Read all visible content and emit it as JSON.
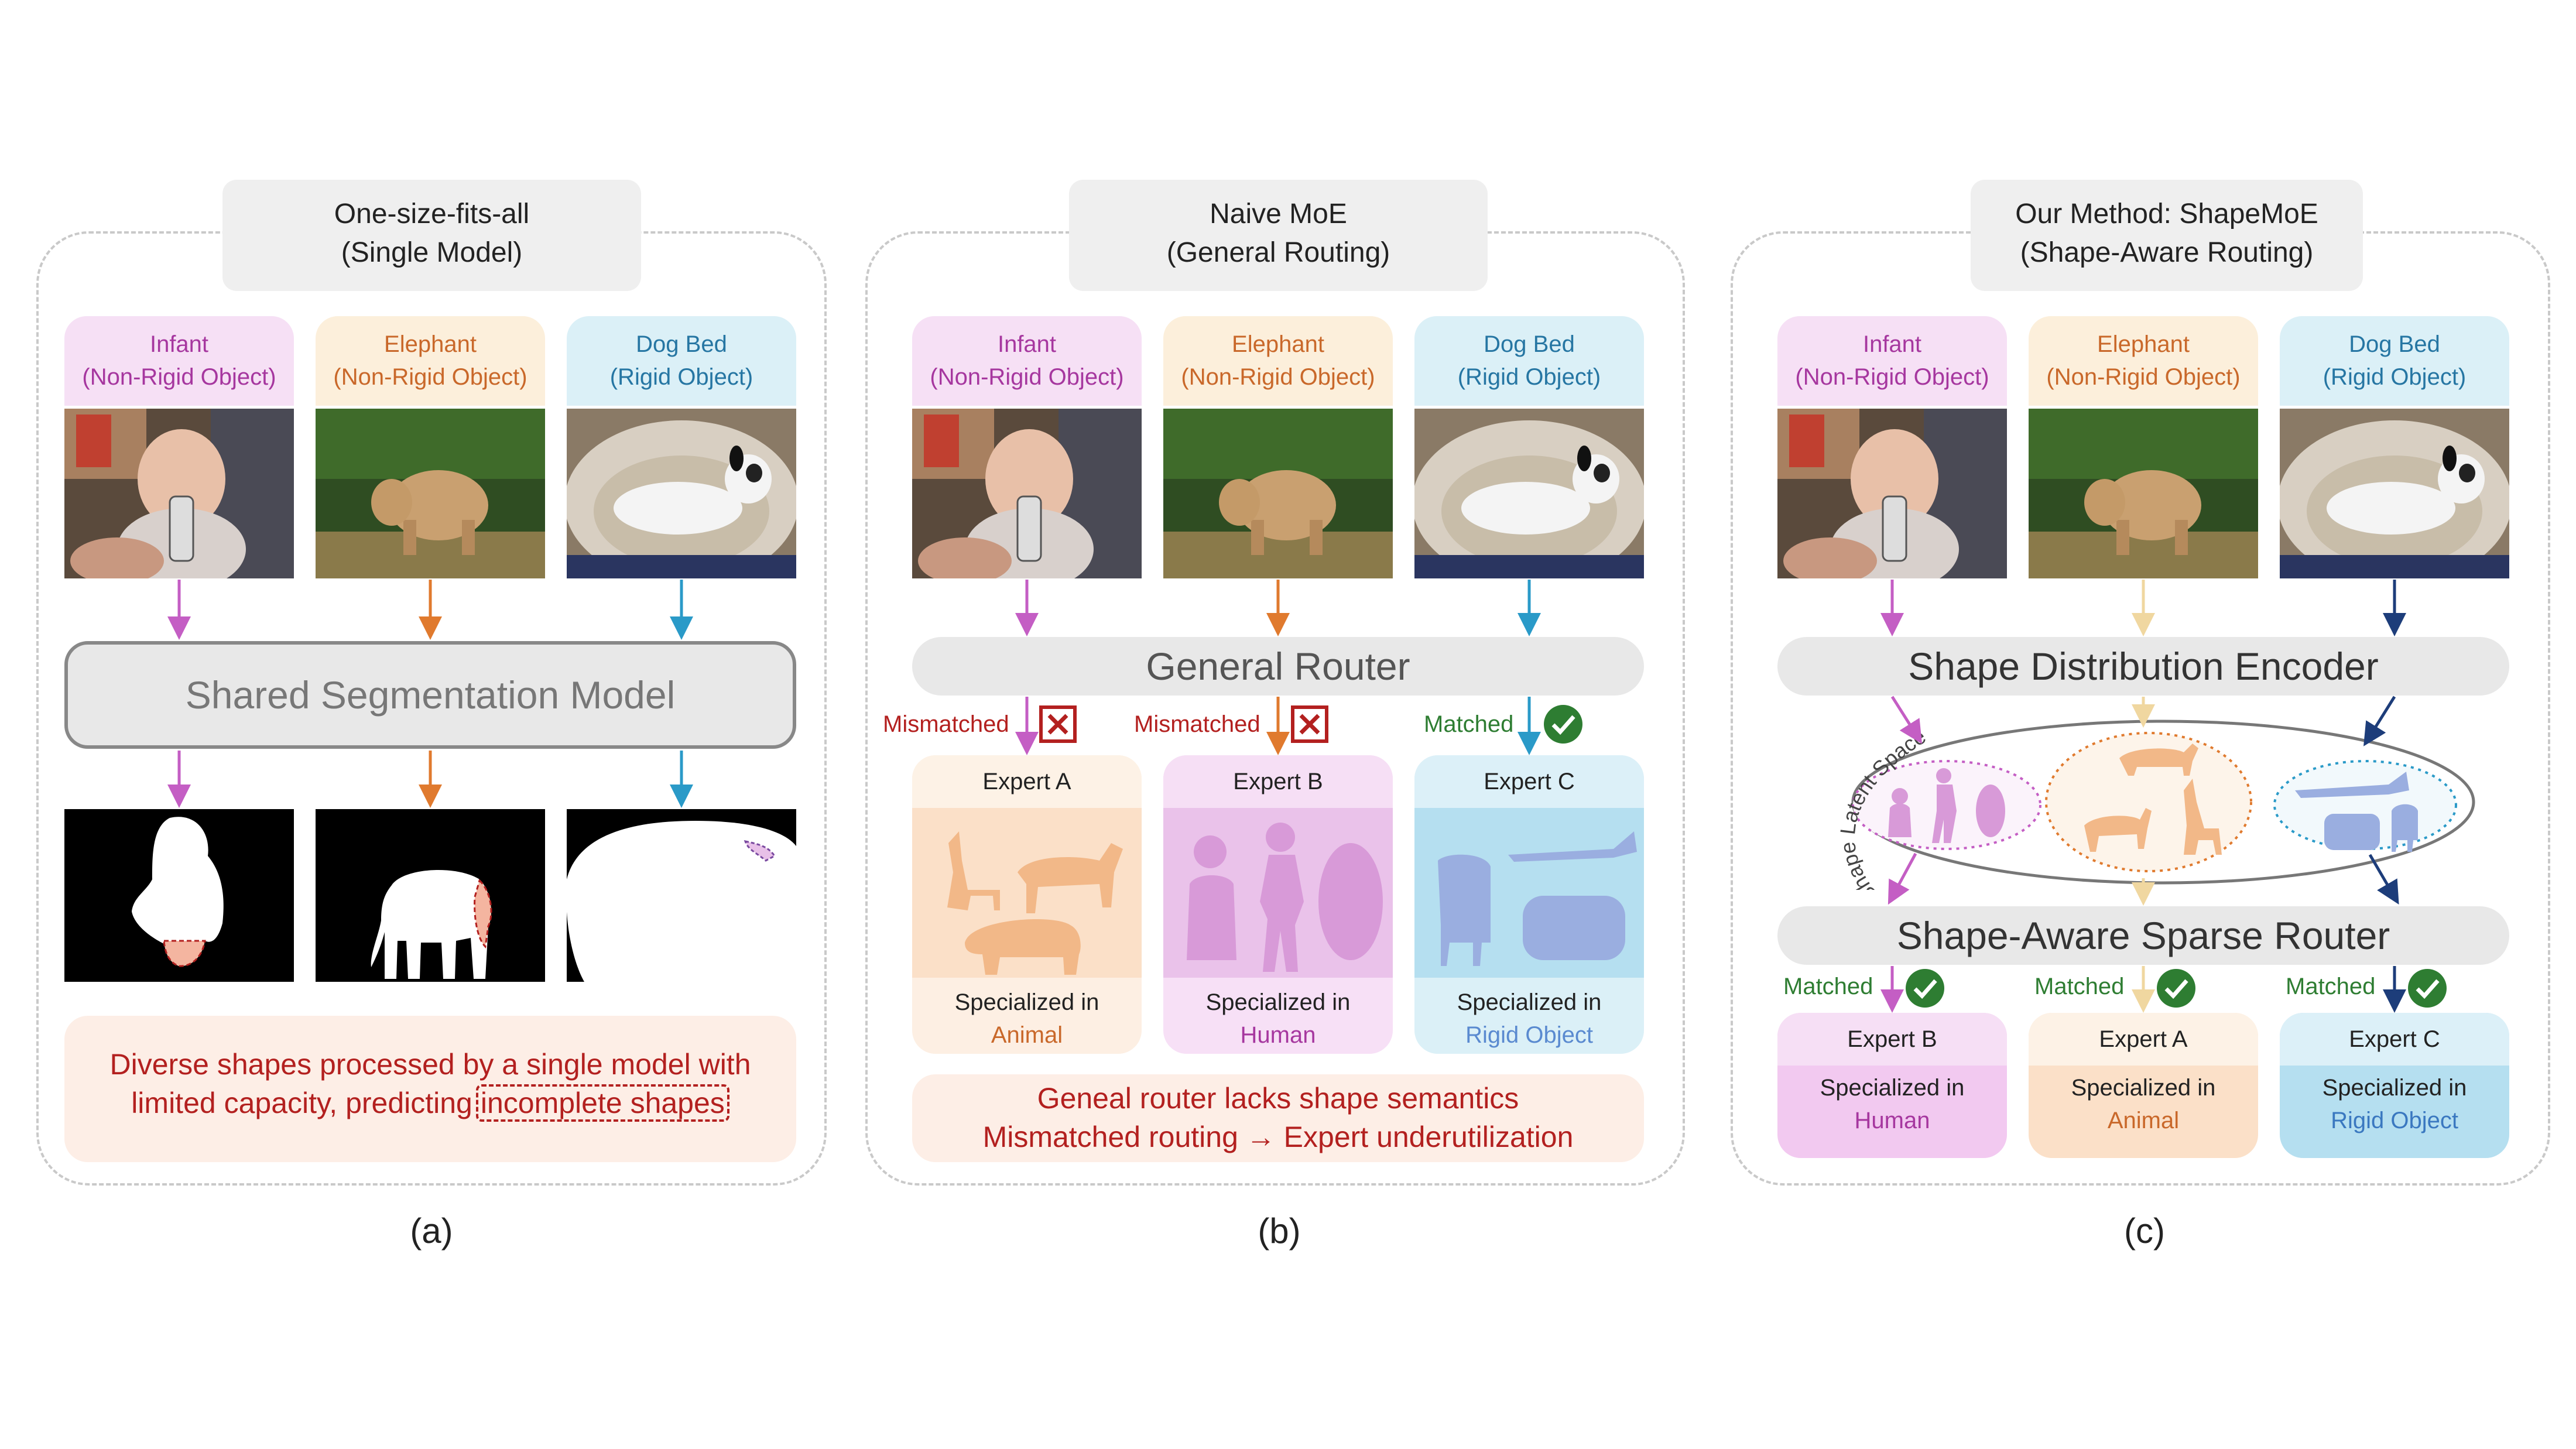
{
  "panels": {
    "a": {
      "title": "One-size-fits-all\n(Single Model)",
      "model": "Shared Segmentation Model",
      "note_line1": "Diverse shapes processed by a single model with",
      "note_line2_prefix": "limited capacity, predicting",
      "note_highlight": "incomplete shapes",
      "caption": "(a)"
    },
    "b": {
      "title": "Naive MoE\n(General Routing)",
      "router": "General Router",
      "note_line1": "Geneal router lacks shape semantics",
      "note_line2": "Mismatched routing → Expert underutilization",
      "caption": "(b)",
      "statuses": [
        "Mismatched",
        "Mismatched",
        "Matched"
      ],
      "experts": [
        {
          "name": "Expert A",
          "spec": "Specialized in",
          "domain": "Animal"
        },
        {
          "name": "Expert B",
          "spec": "Specialized in",
          "domain": "Human"
        },
        {
          "name": "Expert C",
          "spec": "Specialized in",
          "domain": "Rigid Object"
        }
      ]
    },
    "c": {
      "title": "Our Method: ShapeMoE\n(Shape-Aware Routing)",
      "encoder": "Shape Distribution Encoder",
      "latent_label": "Shape Latent Space",
      "router": "Shape-Aware Sparse Router",
      "caption": "(c)",
      "statuses": [
        "Matched",
        "Matched",
        "Matched"
      ],
      "experts": [
        {
          "name": "Expert B",
          "spec": "Specialized in",
          "domain": "Human"
        },
        {
          "name": "Expert A",
          "spec": "Specialized in",
          "domain": "Animal"
        },
        {
          "name": "Expert C",
          "spec": "Specialized in",
          "domain": "Rigid Object"
        }
      ]
    }
  },
  "inputs": [
    {
      "name": "Infant",
      "type": "(Non-Rigid Object)"
    },
    {
      "name": "Elephant",
      "type": "(Non-Rigid Object)"
    },
    {
      "name": "Dog Bed",
      "type": "(Rigid Object)"
    }
  ],
  "colors": {
    "infant": "#c45ec4",
    "elephant": "#e07a2e",
    "dogbed": "#2a9ac8",
    "error": "#b3201f",
    "matched": "#2e7d32",
    "navy": "#1d3d7a"
  }
}
